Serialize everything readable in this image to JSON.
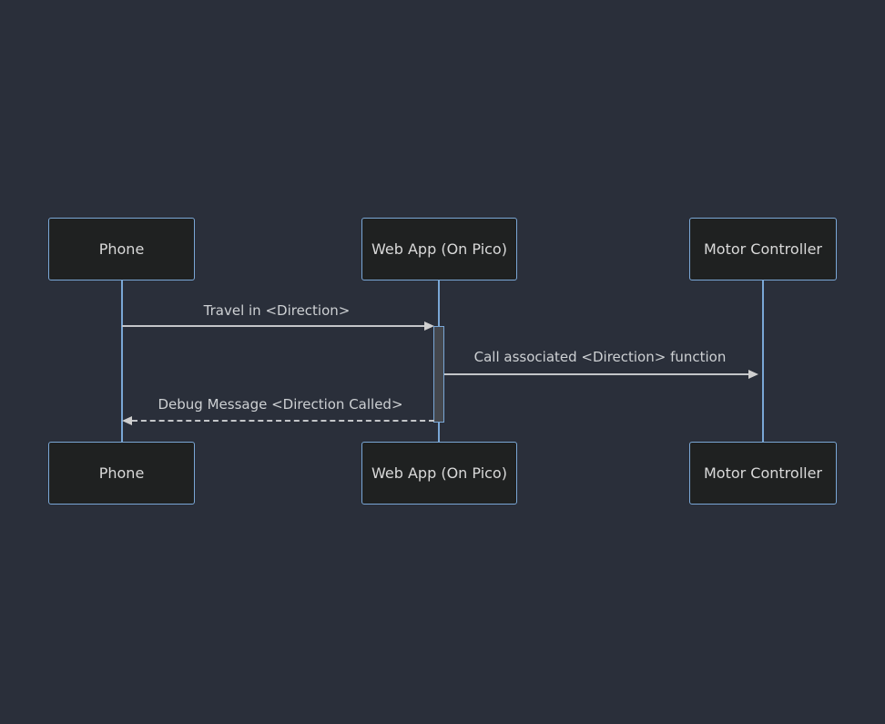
{
  "diagram": {
    "type": "sequence",
    "actors": [
      {
        "id": "phone",
        "label": "Phone"
      },
      {
        "id": "webapp",
        "label": "Web App (On Pico)"
      },
      {
        "id": "motor",
        "label": "Motor Controller"
      }
    ],
    "messages": [
      {
        "from": "phone",
        "to": "webapp",
        "label": "Travel in <Direction>",
        "line_style": "solid",
        "arrow_direction": "right"
      },
      {
        "from": "webapp",
        "to": "motor",
        "label": "Call associated <Direction> function",
        "line_style": "solid",
        "arrow_direction": "right"
      },
      {
        "from": "webapp",
        "to": "phone",
        "label": "Debug Message <Direction Called>",
        "line_style": "dashed",
        "arrow_direction": "left"
      }
    ],
    "activation": {
      "actor": "webapp",
      "from_message": 0,
      "to_message": 2
    },
    "colors": {
      "background": "#2a2f3a",
      "actor_fill": "#1f2121",
      "actor_border": "#7aa7d6",
      "actor_text": "#d9d9d9",
      "lifeline": "#7aa7d6",
      "activation_fill": "#44474d",
      "activation_border": "#7aa7d6",
      "message_line": "#c4c6c9",
      "message_text": "#cdd0d3",
      "arrowhead": "#cfcfcf"
    }
  }
}
